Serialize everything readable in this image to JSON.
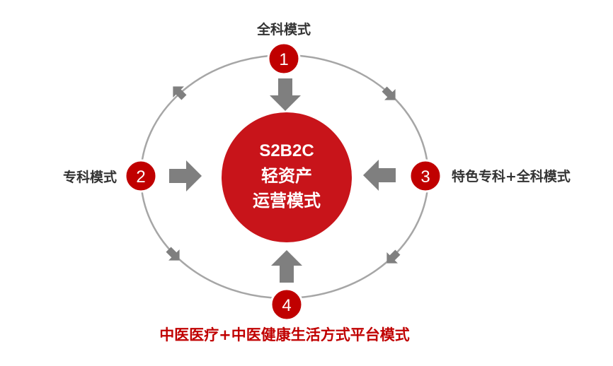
{
  "center": {
    "line1": "S2B2C",
    "line2": "轻资产",
    "line3": "运营模式"
  },
  "modes": [
    {
      "number": "1",
      "label": "全科模式"
    },
    {
      "number": "2",
      "label": "专科模式"
    },
    {
      "number": "3",
      "label": "特色专科+全科模式"
    },
    {
      "number": "4",
      "label": "中医医疗+中医健康生活方式平台模式"
    }
  ],
  "colors": {
    "accent_red": "#c00000",
    "circle_center": "#c8141a",
    "ring_gray": "#a6a6a6",
    "arrow_gray": "#7f7f7f",
    "text_dark": "#333333"
  }
}
